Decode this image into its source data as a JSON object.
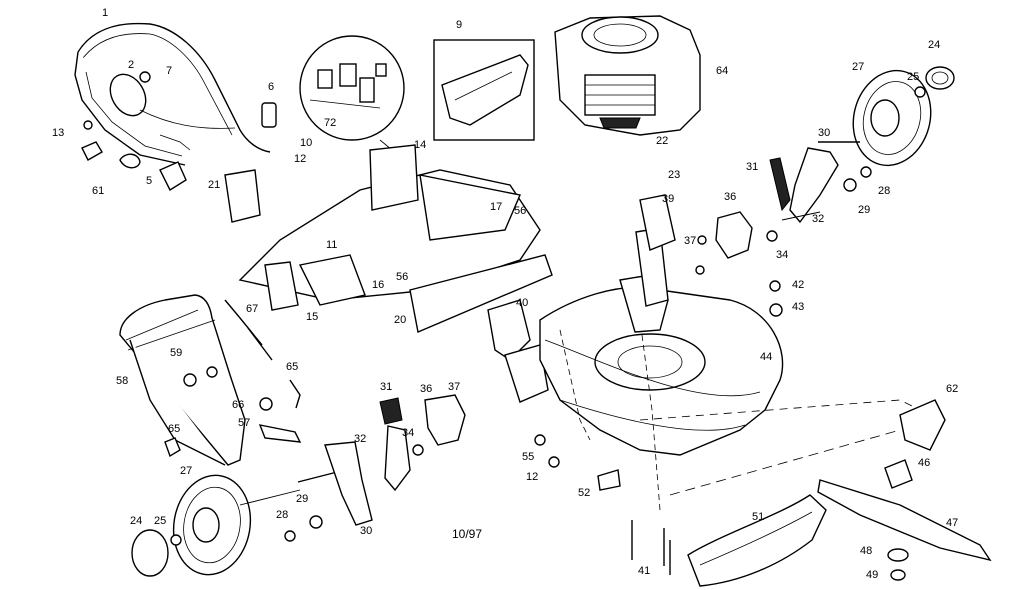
{
  "diagram": {
    "date_code": "10/97",
    "callouts": [
      "1",
      "2",
      "7",
      "6",
      "13",
      "61",
      "5",
      "72",
      "9",
      "64",
      "24",
      "25",
      "27",
      "10",
      "14",
      "12",
      "21",
      "22",
      "23",
      "30",
      "31",
      "28",
      "29",
      "17",
      "56",
      "39",
      "36",
      "32",
      "34",
      "11",
      "37",
      "42",
      "43",
      "16",
      "15",
      "67",
      "56",
      "20",
      "40",
      "59",
      "58",
      "65",
      "66",
      "57",
      "65",
      "44",
      "62",
      "46",
      "47",
      "48",
      "49",
      "52",
      "55",
      "51",
      "41",
      "24",
      "25",
      "27",
      "28",
      "29",
      "30",
      "32",
      "34",
      "36",
      "31",
      "37",
      "12"
    ]
  }
}
